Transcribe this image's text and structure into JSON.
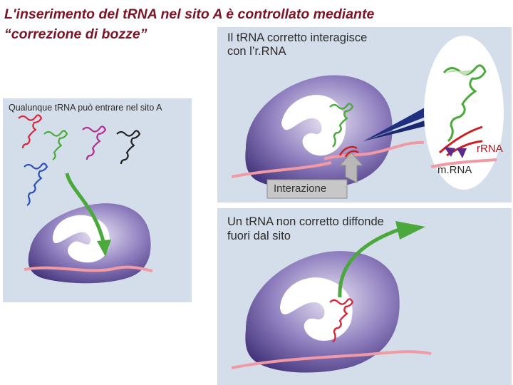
{
  "title": {
    "line1": "L'inserimento del tRNA nel sito A è controllato mediante",
    "line2": "“correzione di bozze”"
  },
  "left_panel": {
    "caption": "Qualunque tRNA può entrare nel sito A"
  },
  "top_right_panel": {
    "caption_line1": "Il tRNA corretto interagisce",
    "caption_line2": "con l’r.RNA",
    "interaction_label": "Interazione",
    "rrna_label": "rRNA",
    "mrna_label": "m.RNA"
  },
  "bottom_right_panel": {
    "caption_line1": "Un tRNA non corretto diffonde",
    "caption_line2": "fuori dal sito"
  },
  "colors": {
    "title": "#7a1426",
    "panel_bg": "#d3deea",
    "ribosome": "#5c4a94",
    "trna_correct": "#4caa3c",
    "trna_wrong": "#d8283c",
    "mrna": "#ef9aa4",
    "rrna_arrow": "#d01e1e",
    "arrow_green": "#4aa83c"
  }
}
